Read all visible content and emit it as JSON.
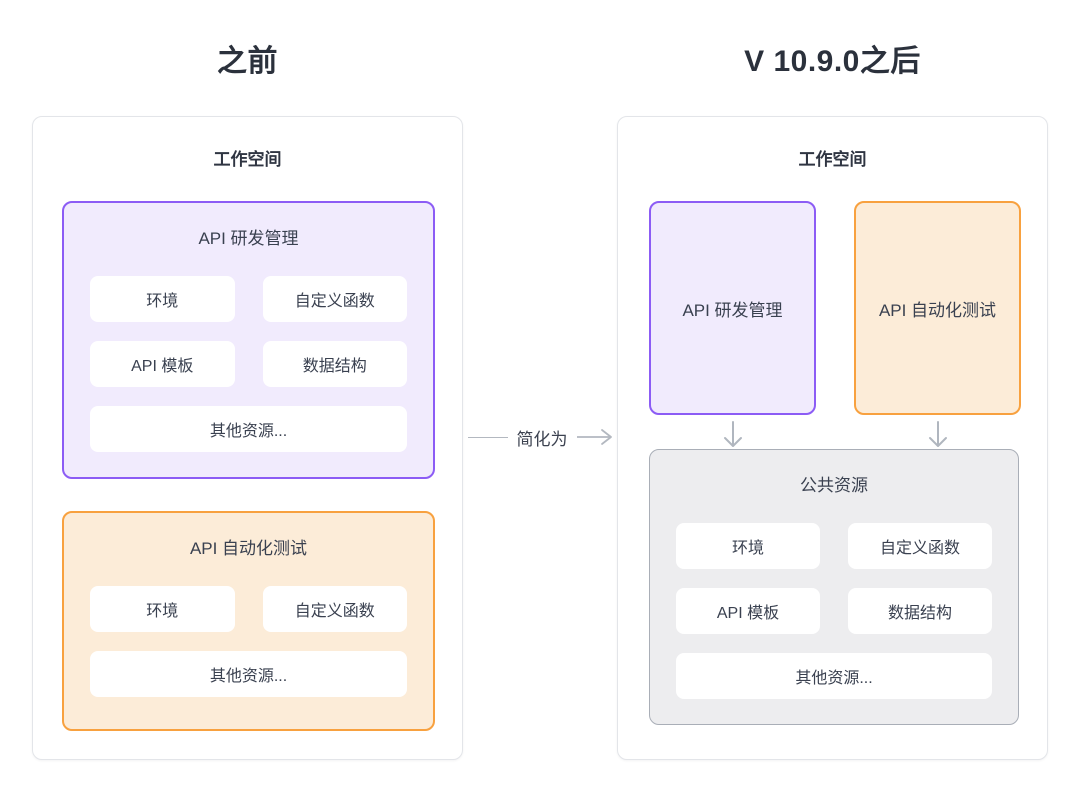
{
  "titles": {
    "before": "之前",
    "after": "V 10.9.0之后"
  },
  "connector": {
    "label": "简化为"
  },
  "before": {
    "workspace_label": "工作空间",
    "groups": [
      {
        "name": "API 研发管理",
        "color": "purple",
        "items": [
          "环境",
          "自定义函数",
          "API 模板",
          "数据结构"
        ],
        "wide_item": "其他资源..."
      },
      {
        "name": "API 自动化测试",
        "color": "orange",
        "items": [
          "环境",
          "自定义函数"
        ],
        "wide_item": "其他资源..."
      }
    ]
  },
  "after": {
    "workspace_label": "工作空间",
    "modules": [
      {
        "name": "API 研发管理",
        "color": "purple"
      },
      {
        "name": "API 自动化测试",
        "color": "orange"
      }
    ],
    "shared": {
      "name": "公共资源",
      "items": [
        "环境",
        "自定义函数",
        "API 模板",
        "数据结构"
      ],
      "wide_item": "其他资源..."
    }
  },
  "colors": {
    "purple_border": "#8C5CF5",
    "purple_bg": "#F1EBFD",
    "orange_border": "#F8A13F",
    "orange_bg": "#FCECD8",
    "shared_border": "#A9AEB7",
    "shared_bg": "#EDEDEF",
    "connector": "#B3B8C0",
    "title_text": "#2B313C",
    "body_text": "#3A4150"
  }
}
